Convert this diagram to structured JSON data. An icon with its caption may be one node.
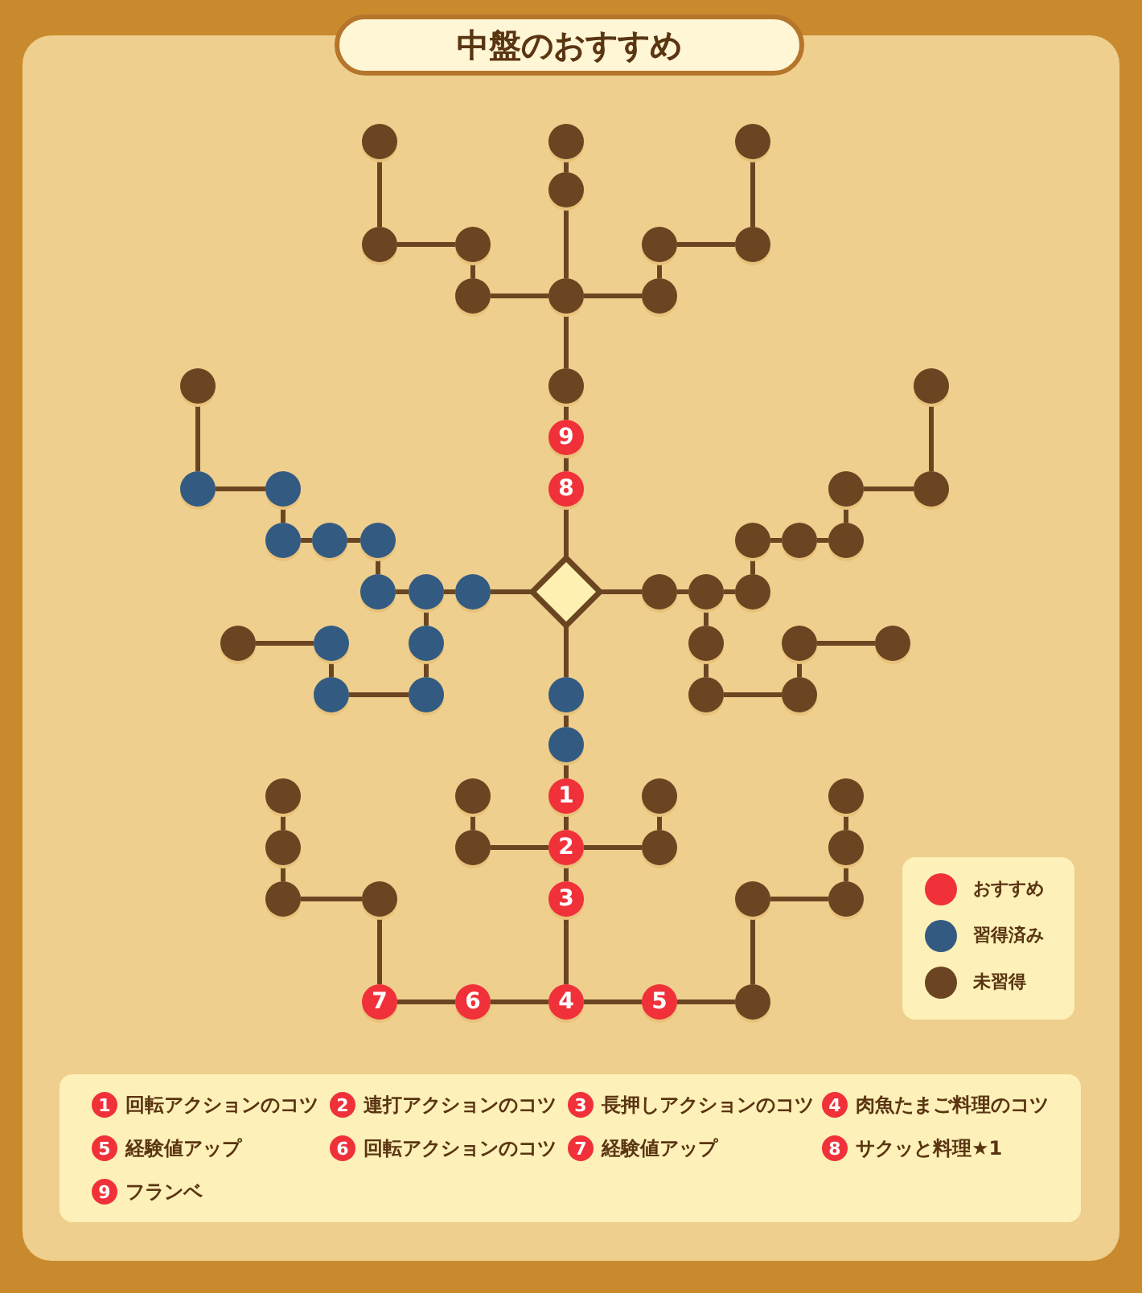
{
  "diagram": {
    "title": "中盤のおすすめ",
    "nodes": [
      {
        "text": [],
        "shape": "circle"
      },
      {
        "text": [],
        "shape": "circle"
      },
      {
        "text": [],
        "shape": "circle"
      },
      {
        "text": [],
        "shape": "circle"
      },
      {
        "text": [],
        "shape": "circle"
      },
      {
        "text": [],
        "shape": "circle"
      },
      {
        "text": [],
        "shape": "circle"
      },
      {
        "text": [],
        "shape": "circle"
      },
      {
        "text": [],
        "shape": "circle"
      },
      {
        "text": [],
        "shape": "circle"
      },
      {
        "text": [],
        "shape": "circle"
      },
      {
        "text": [],
        "shape": "circle"
      },
      {
        "text": [],
        "shape": "circle"
      },
      {
        "text": [],
        "shape": "circle"
      },
      {
        "text": [
          "9"
        ]
      },
      {
        "text": [],
        "shape": "circle"
      },
      {
        "text": [],
        "shape": "circle"
      },
      {
        "text": [
          "8"
        ]
      },
      {
        "text": [],
        "shape": "circle"
      },
      {
        "text": [],
        "shape": "circle"
      },
      {
        "text": [],
        "shape": "circle"
      },
      {
        "text": [],
        "shape": "circle"
      },
      {
        "text": [],
        "shape": "circle"
      },
      {
        "text": [],
        "shape": "circle"
      },
      {
        "text": [],
        "shape": "circle"
      },
      {
        "text": [],
        "shape": "circle"
      },
      {
        "text": [],
        "shape": "circle"
      },
      {
        "text": [],
        "shape": "circle"
      },
      {
        "text": [],
        "shape": "circle"
      },
      {
        "text": [],
        "shape": "diamond"
      },
      {
        "text": [],
        "shape": "circle"
      },
      {
        "text": [],
        "shape": "circle"
      },
      {
        "text": [],
        "shape": "circle"
      },
      {
        "text": [],
        "shape": "circle"
      },
      {
        "text": [],
        "shape": "circle"
      },
      {
        "text": [],
        "shape": "circle"
      },
      {
        "text": [],
        "shape": "circle"
      },
      {
        "text": [],
        "shape": "circle"
      },
      {
        "text": [],
        "shape": "circle"
      },
      {
        "text": [],
        "shape": "circle"
      },
      {
        "text": [],
        "shape": "circle"
      },
      {
        "text": [],
        "shape": "circle"
      },
      {
        "text": [],
        "shape": "circle"
      },
      {
        "text": [],
        "shape": "circle"
      },
      {
        "text": [],
        "shape": "circle"
      },
      {
        "text": [],
        "shape": "circle"
      },
      {
        "text": [],
        "shape": "circle"
      },
      {
        "text": [
          "1"
        ]
      },
      {
        "text": [],
        "shape": "circle"
      },
      {
        "text": [],
        "shape": "circle"
      },
      {
        "text": [],
        "shape": "circle"
      },
      {
        "text": [],
        "shape": "circle"
      },
      {
        "text": [
          "2"
        ]
      },
      {
        "text": [],
        "shape": "circle"
      },
      {
        "text": [],
        "shape": "circle"
      },
      {
        "text": [],
        "shape": "circle"
      },
      {
        "text": [],
        "shape": "circle"
      },
      {
        "text": [
          "3"
        ]
      },
      {
        "text": [],
        "shape": "circle"
      },
      {
        "text": [],
        "shape": "circle"
      },
      {
        "text": [
          "7"
        ]
      },
      {
        "text": [
          "6"
        ]
      },
      {
        "text": [
          "4"
        ]
      },
      {
        "text": [
          "5"
        ]
      },
      {
        "text": [],
        "shape": "circle"
      }
    ],
    "edges": [
      {
        "from": 0,
        "to": 4,
        "arrow": "none"
      },
      {
        "from": 4,
        "to": 5,
        "arrow": "none"
      },
      {
        "from": 5,
        "to": 8,
        "arrow": "none"
      },
      {
        "from": 8,
        "to": 9,
        "arrow": "none"
      },
      {
        "from": 9,
        "to": 10,
        "arrow": "none"
      },
      {
        "from": 10,
        "to": 6,
        "arrow": "none"
      },
      {
        "from": 6,
        "to": 7,
        "arrow": "none"
      },
      {
        "from": 7,
        "to": 2,
        "arrow": "none"
      },
      {
        "from": 1,
        "to": 3,
        "arrow": "none"
      },
      {
        "from": 3,
        "to": 9,
        "arrow": "none"
      },
      {
        "from": 9,
        "to": 12,
        "arrow": "none"
      },
      {
        "from": 12,
        "to": 14,
        "arrow": "none"
      },
      {
        "from": 14,
        "to": 17,
        "arrow": "none"
      },
      {
        "from": 17,
        "to": 29,
        "arrow": "none"
      },
      {
        "from": 29,
        "to": 28,
        "arrow": "none"
      },
      {
        "from": 28,
        "to": 27,
        "arrow": "none"
      },
      {
        "from": 27,
        "to": 26,
        "arrow": "none"
      },
      {
        "from": 26,
        "to": 22,
        "arrow": "none"
      },
      {
        "from": 22,
        "to": 21,
        "arrow": "none"
      },
      {
        "from": 21,
        "to": 20,
        "arrow": "none"
      },
      {
        "from": 20,
        "to": 16,
        "arrow": "none"
      },
      {
        "from": 16,
        "to": 15,
        "arrow": "none"
      },
      {
        "from": 15,
        "to": 11,
        "arrow": "none"
      },
      {
        "from": 27,
        "to": 35,
        "arrow": "none"
      },
      {
        "from": 35,
        "to": 40,
        "arrow": "none"
      },
      {
        "from": 40,
        "to": 39,
        "arrow": "none"
      },
      {
        "from": 39,
        "to": 34,
        "arrow": "none"
      },
      {
        "from": 34,
        "to": 33,
        "arrow": "none"
      },
      {
        "from": 29,
        "to": 30,
        "arrow": "none"
      },
      {
        "from": 30,
        "to": 31,
        "arrow": "none"
      },
      {
        "from": 31,
        "to": 32,
        "arrow": "none"
      },
      {
        "from": 32,
        "to": 23,
        "arrow": "none"
      },
      {
        "from": 23,
        "to": 24,
        "arrow": "none"
      },
      {
        "from": 24,
        "to": 25,
        "arrow": "none"
      },
      {
        "from": 25,
        "to": 18,
        "arrow": "none"
      },
      {
        "from": 18,
        "to": 19,
        "arrow": "none"
      },
      {
        "from": 19,
        "to": 13,
        "arrow": "none"
      },
      {
        "from": 31,
        "to": 36,
        "arrow": "none"
      },
      {
        "from": 36,
        "to": 42,
        "arrow": "none"
      },
      {
        "from": 42,
        "to": 43,
        "arrow": "none"
      },
      {
        "from": 43,
        "to": 37,
        "arrow": "none"
      },
      {
        "from": 37,
        "to": 38,
        "arrow": "none"
      },
      {
        "from": 29,
        "to": 41,
        "arrow": "none"
      },
      {
        "from": 41,
        "to": 44,
        "arrow": "none"
      },
      {
        "from": 44,
        "to": 47,
        "arrow": "none"
      },
      {
        "from": 47,
        "to": 52,
        "arrow": "none"
      },
      {
        "from": 52,
        "to": 57,
        "arrow": "none"
      },
      {
        "from": 57,
        "to": 62,
        "arrow": "none"
      },
      {
        "from": 52,
        "to": 51,
        "arrow": "none"
      },
      {
        "from": 51,
        "to": 46,
        "arrow": "none"
      },
      {
        "from": 52,
        "to": 53,
        "arrow": "none"
      },
      {
        "from": 53,
        "to": 48,
        "arrow": "none"
      },
      {
        "from": 62,
        "to": 61,
        "arrow": "none"
      },
      {
        "from": 61,
        "to": 60,
        "arrow": "none"
      },
      {
        "from": 60,
        "to": 56,
        "arrow": "none"
      },
      {
        "from": 56,
        "to": 55,
        "arrow": "none"
      },
      {
        "from": 55,
        "to": 50,
        "arrow": "none"
      },
      {
        "from": 50,
        "to": 45,
        "arrow": "none"
      },
      {
        "from": 62,
        "to": 63,
        "arrow": "none"
      },
      {
        "from": 63,
        "to": 64,
        "arrow": "none"
      },
      {
        "from": 64,
        "to": 58,
        "arrow": "none"
      },
      {
        "from": 58,
        "to": 59,
        "arrow": "none"
      },
      {
        "from": 59,
        "to": 54,
        "arrow": "none"
      },
      {
        "from": 54,
        "to": 49,
        "arrow": "none"
      }
    ],
    "labels": [
      "1",
      "回転アクションのコツ",
      "2",
      "連打アクションのコツ",
      "3",
      "長押しアクションのコツ",
      "4",
      "肉魚たまご料理のコツ",
      "5",
      "経験値アップ",
      "6",
      "回転アクションのコツ",
      "7",
      "経験値アップ",
      "8",
      "サクッと料理★1",
      "9",
      "フランベ"
    ],
    "legend": [
      {
        "text": "おすすめ",
        "color": "#f0313a"
      },
      {
        "text": "習得済み",
        "color": "#335b82"
      },
      {
        "text": "未習得",
        "color": "#6b4522"
      }
    ]
  }
}
